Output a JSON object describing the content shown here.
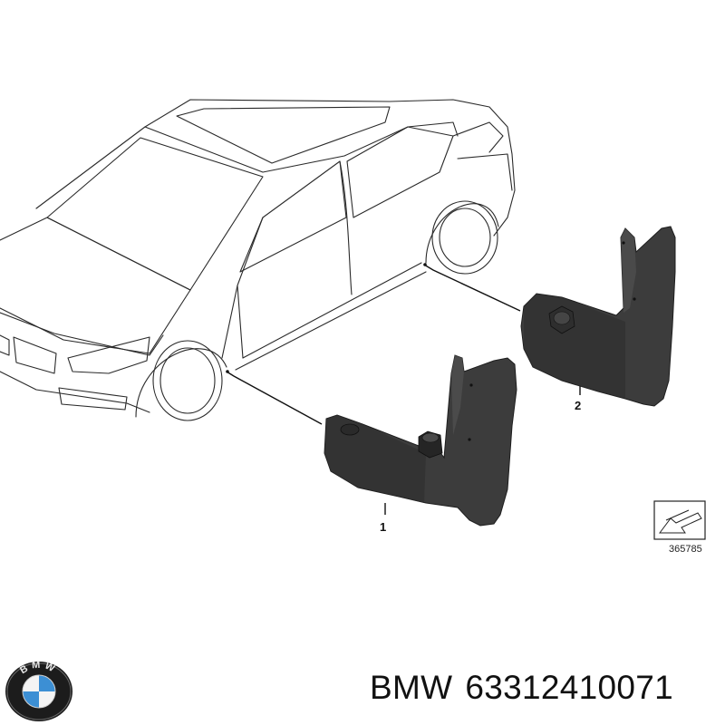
{
  "callouts": [
    {
      "number": "1"
    },
    {
      "number": "2"
    }
  ],
  "diagram_id": "365785",
  "footer": {
    "brand": "BMW",
    "part_number": "63312410071"
  },
  "logo": {
    "icon": "bmw-roundel-icon",
    "letters": "BMW"
  },
  "colors": {
    "mudflap": "#3c3c3c",
    "mudflap_dark": "#2a2a2a",
    "line": "#2a2a2a",
    "logo_blue": "#3c8fd4"
  }
}
